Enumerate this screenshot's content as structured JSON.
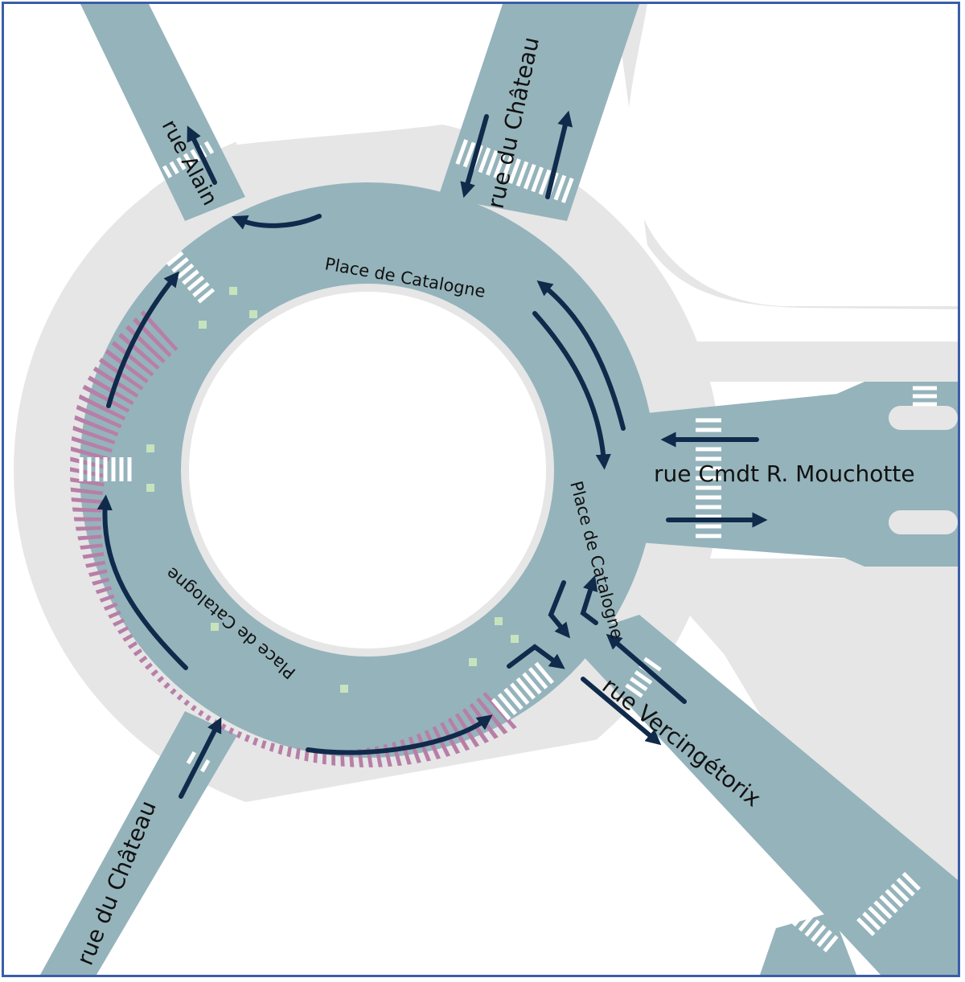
{
  "colors": {
    "road": "#95b3bb",
    "sidewalk": "#e6e6e6",
    "building": "#ffffff",
    "arrow": "#0f2a4a",
    "bike_lane": "#b77fa8",
    "frame": "#3a5ea8",
    "marker": "#c6e3bd"
  },
  "streets": {
    "north_west": "rue Alain",
    "north": "rue du Château",
    "east": "rue Cmdt R. Mouchotte",
    "south_east": "rue Vercingétorix",
    "south_west": "rue du Château"
  },
  "place": {
    "north_arc": "Place de Catalogne",
    "east_arc": "Place de Catalogne",
    "south_arc": "Place de Catalogne"
  },
  "icons": [
    "traffic-arrow-icon",
    "crosswalk-icon",
    "bike-lane-hatch"
  ]
}
